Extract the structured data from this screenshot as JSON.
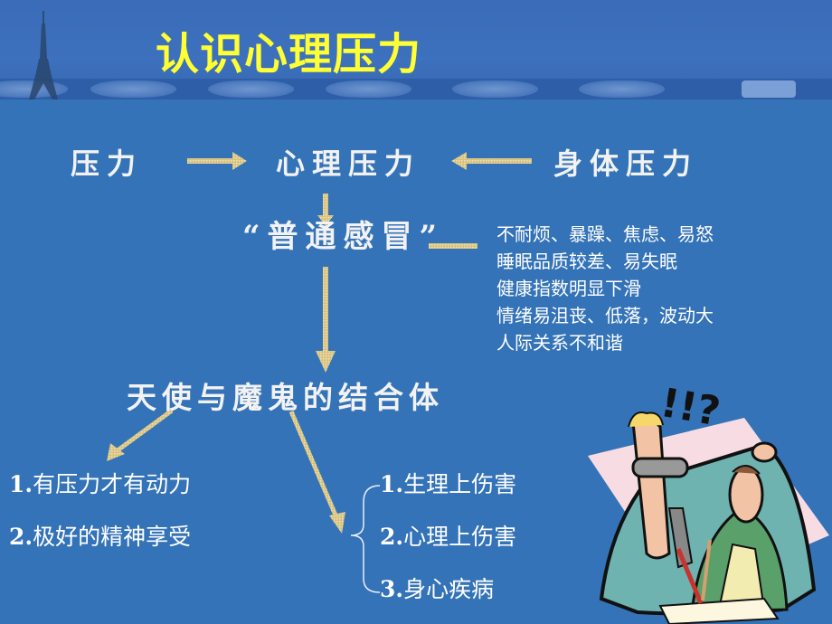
{
  "slide": {
    "title": "认识心理压力",
    "title_color": "#ffff33",
    "background_color": "#3473b7",
    "accent_arrow_color": "#d9c48a"
  },
  "flow": {
    "left_node": "压力",
    "center_node": "心理压力",
    "right_node": "身体压力",
    "cold_node": "“普通感冒”",
    "bottom_node": "天使与魔鬼的结合体"
  },
  "symptoms": [
    "不耐烦、暴躁、焦虑、易怒",
    "睡眠品质较差、易失眠",
    "健康指数明显下滑",
    "情绪易沮丧、低落，波动大",
    "人际关系不和谐"
  ],
  "positives": [
    {
      "num": "1.",
      "text": "有压力才有动力"
    },
    {
      "num": "2.",
      "text": "极好的精神享受"
    }
  ],
  "harms": [
    {
      "num": "1.",
      "text": "生理上伤害"
    },
    {
      "num": "2.",
      "text": "心理上伤害"
    },
    {
      "num": "3.",
      "text": "身心疾病"
    }
  ],
  "illustration": {
    "exclamation": "!!?"
  }
}
